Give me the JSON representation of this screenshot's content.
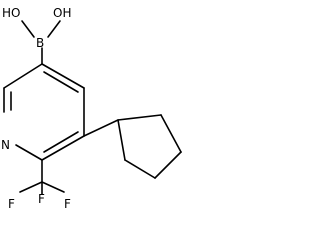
{
  "molecule": {
    "atoms": {
      "oh_left": "HO",
      "oh_right": "OH",
      "boron": "B",
      "nitrogen": "N",
      "f_top": "F",
      "f_left": "F",
      "f_right": "F"
    },
    "colors": {
      "bond": "#000000",
      "text": "#000000",
      "background": "#ffffff"
    }
  }
}
